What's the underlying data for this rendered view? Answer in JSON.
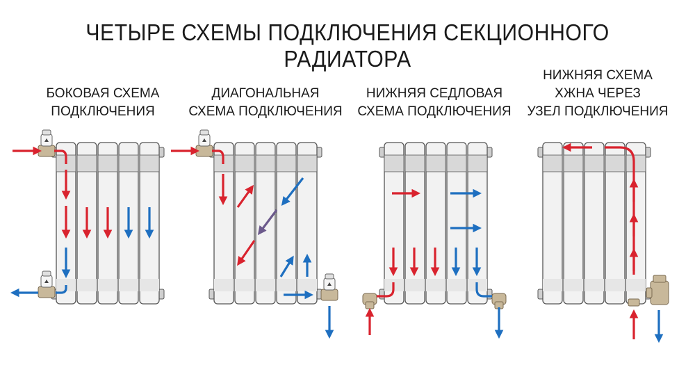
{
  "title": "ЧЕТЫРЕ СХЕМЫ ПОДКЛЮЧЕНИЯ СЕКЦИОННОГО РАДИАТОРА",
  "schemes": [
    {
      "id": "side",
      "label_lines": [
        "БОКОВАЯ СХЕМА",
        "ПОДКЛЮЧЕНИЯ"
      ]
    },
    {
      "id": "diagonal",
      "label_lines": [
        "ДИАГОНАЛЬНАЯ",
        "СХЕМА ПОДКЛЮЧЕНИЯ"
      ]
    },
    {
      "id": "saddle",
      "label_lines": [
        "НИЖНЯЯ СЕДЛОВАЯ",
        "СХЕМА ПОДКЛЮЧЕНИЯ"
      ]
    },
    {
      "id": "bottom-node",
      "label_lines": [
        "НИЖНЯЯ СХЕМА",
        "ХЖНА ЧЕРЕЗ",
        "УЗЕЛ ПОДКЛЮЧЕНИЯ"
      ]
    }
  ],
  "colors": {
    "hot": "#d9232e",
    "cold": "#1e6fc0",
    "mixed": "#6c5a8c",
    "radiator_fill": "#f2f2f2",
    "radiator_stroke": "#555555",
    "brass": "#c8b89a",
    "valve_white": "#f5f5f5"
  }
}
